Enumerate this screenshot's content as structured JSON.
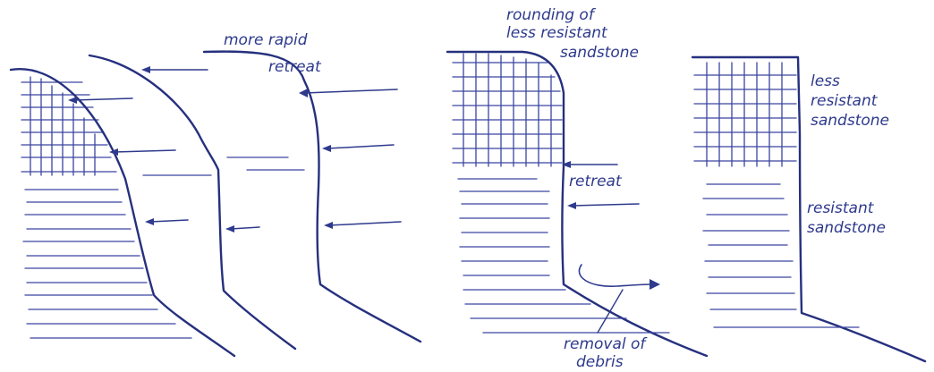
{
  "annotations": {
    "more_rapid": "more rapid",
    "retreat_top": "retreat",
    "rounding_line1": "rounding of",
    "rounding_line2": "less resistant",
    "rounding_line3": "sandstone",
    "retreat_mid": "retreat",
    "removal_line1": "removal of",
    "removal_line2": "debris",
    "less_line1": "less",
    "less_line2": "resistant",
    "less_line3": "sandstone",
    "resistant_line1": "resistant",
    "resistant_line2": "sandstone"
  },
  "colors": {
    "ink": "#2e3a8c",
    "background": "#ffffff"
  }
}
